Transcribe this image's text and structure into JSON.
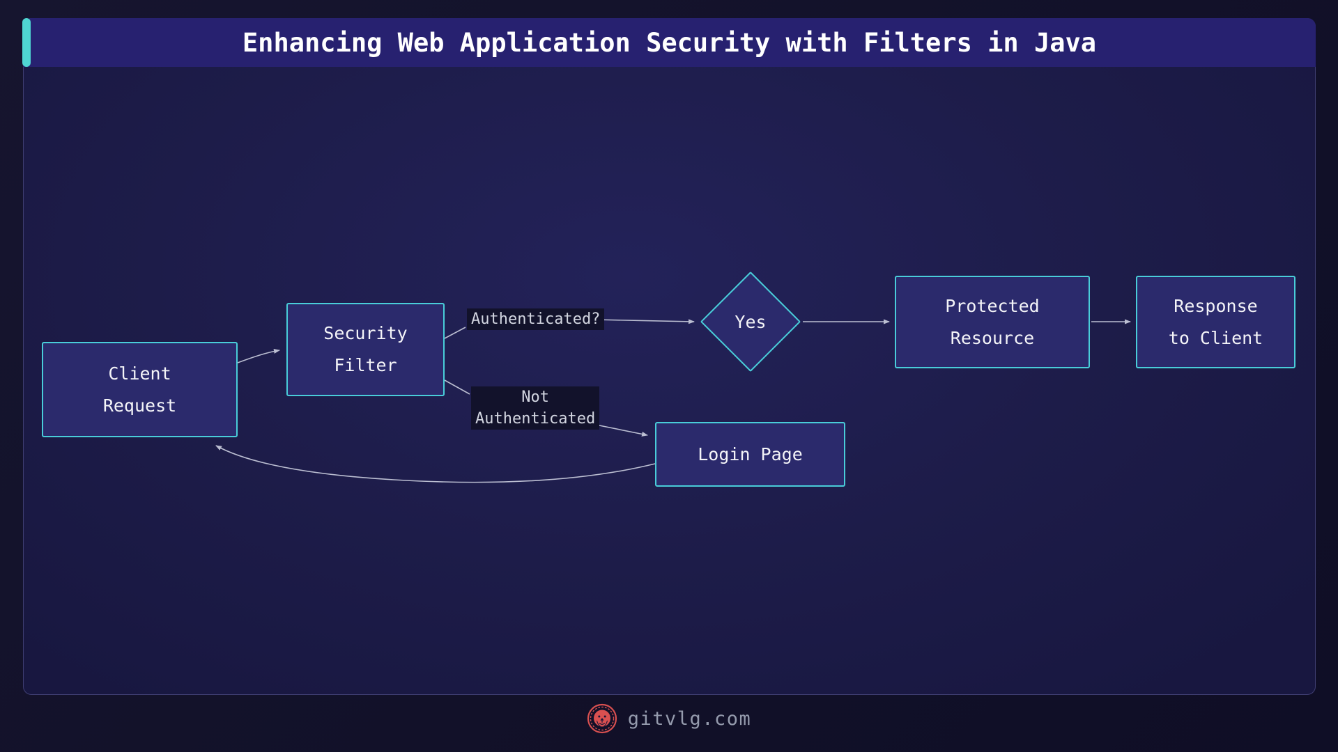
{
  "page": {
    "title_bar": {
      "title": "Enhancing Web Application Security with Filters in Java"
    }
  },
  "diagram": {
    "type": "flowchart",
    "nodes": [
      {
        "id": "client-request",
        "shape": "rect",
        "lines": [
          "Client",
          "Request"
        ]
      },
      {
        "id": "security-filter",
        "shape": "rect",
        "lines": [
          "Security",
          "Filter"
        ]
      },
      {
        "id": "decision-yes",
        "shape": "diamond",
        "lines": [
          "Yes"
        ]
      },
      {
        "id": "protected-resource",
        "shape": "rect",
        "lines": [
          "Protected",
          "Resource"
        ]
      },
      {
        "id": "response-to-client",
        "shape": "rect",
        "lines": [
          "Response",
          "to Client"
        ]
      },
      {
        "id": "login-page",
        "shape": "rect",
        "lines": [
          "Login Page"
        ]
      }
    ],
    "edge_labels": [
      {
        "id": "authenticated",
        "lines": [
          "Authenticated?"
        ]
      },
      {
        "id": "not-authenticated",
        "lines": [
          "Not",
          "Authenticated"
        ]
      }
    ],
    "edges": [
      {
        "from": "client-request",
        "to": "security-filter",
        "label": ""
      },
      {
        "from": "security-filter",
        "to": "decision-yes",
        "label": "Authenticated?"
      },
      {
        "from": "security-filter",
        "to": "login-page",
        "label": "Not Authenticated"
      },
      {
        "from": "decision-yes",
        "to": "protected-resource",
        "label": ""
      },
      {
        "from": "protected-resource",
        "to": "response-to-client",
        "label": ""
      },
      {
        "from": "login-page",
        "to": "client-request",
        "label": ""
      }
    ]
  },
  "footer": {
    "site": "gitvlg.com",
    "logo": "lion-logo"
  },
  "colors": {
    "accent_cyan": "#4fd6d2",
    "node_border": "#49cdd9",
    "node_fill": "#2b2a6c",
    "title_bg": "#272170",
    "panel_bg": "#1d1c49",
    "arrow": "#bcbfd2",
    "edge_label_bg": "#12122b",
    "logo_red": "#d95050",
    "footer_text": "#959bad"
  }
}
